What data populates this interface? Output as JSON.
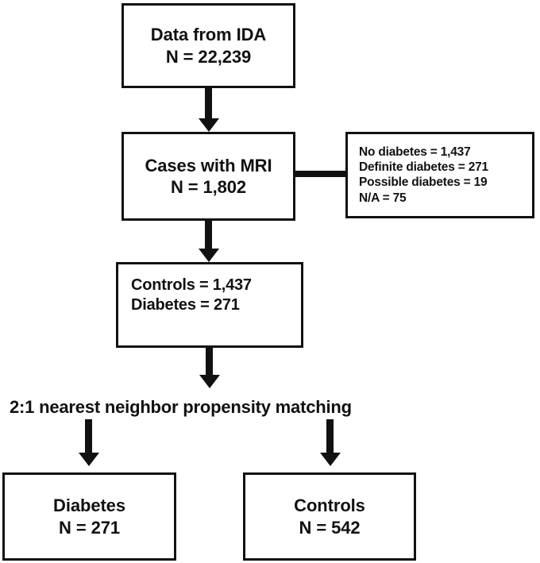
{
  "diagram": {
    "title": "Study participant selection flowchart",
    "colors": {
      "stroke": "#111111",
      "background": "#ffffff",
      "text": "#111111"
    },
    "nodes": {
      "data_source": {
        "line1": "Data from IDA",
        "line2": "N = 22,239"
      },
      "cases_mri": {
        "line1": "Cases with MRI",
        "line2": "N = 1,802"
      },
      "breakdown": {
        "line1": "No diabetes = 1,437",
        "line2": "Definite diabetes = 271",
        "line3": "Possible diabetes = 19",
        "line4": "N/A = 75"
      },
      "groups": {
        "line1": "Controls = 1,437",
        "line2": "Diabetes = 271"
      },
      "matching": {
        "label": "2:1 nearest neighbor propensity matching"
      },
      "final_diabetes": {
        "line1": "Diabetes",
        "line2": "N = 271"
      },
      "final_controls": {
        "line1": "Controls",
        "line2": "N = 542"
      }
    }
  }
}
